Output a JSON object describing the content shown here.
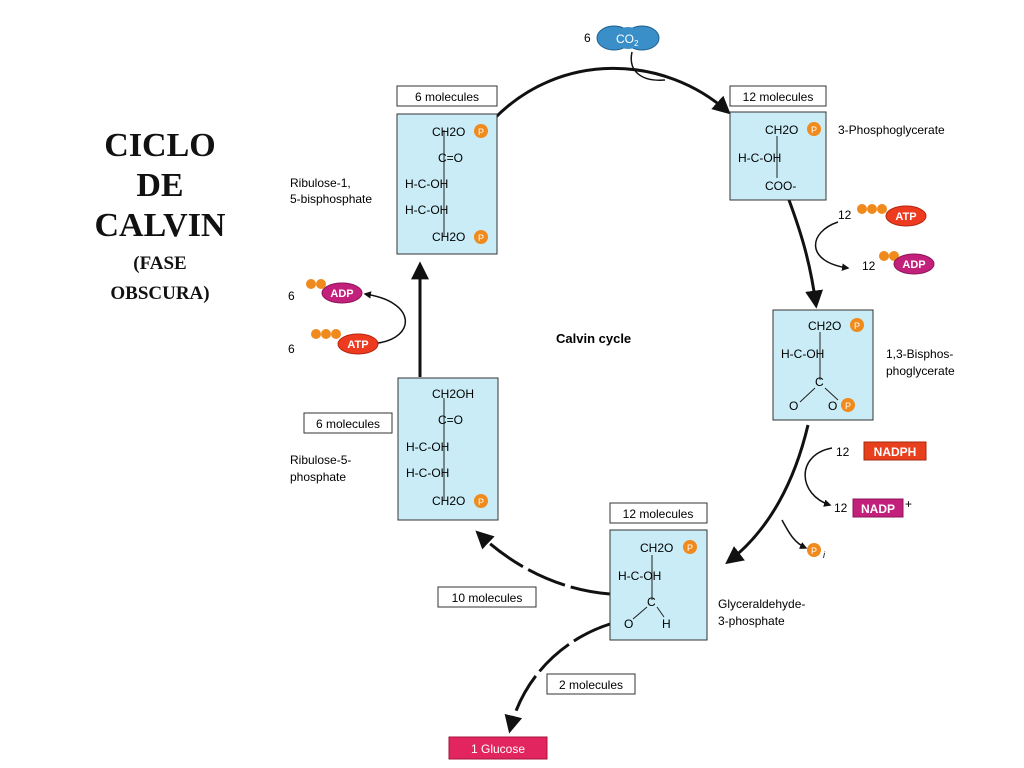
{
  "title": {
    "line1": "CICLO",
    "line2": "DE",
    "line3": "CALVIN",
    "sub1": "(FASE",
    "sub2": "OBSCURA)"
  },
  "center_label": "Calvin cycle",
  "co2": {
    "count": "6",
    "label": "CO",
    "subscript": "2"
  },
  "boxes": {
    "rubp": {
      "count_label": "6 molecules",
      "name1": "Ribulose-1,",
      "name2": "5-bisphosphate",
      "structure": [
        "CH2O",
        "C=O",
        "H-C-OH",
        "H-C-OH",
        "CH2O"
      ]
    },
    "pga": {
      "count_label": "12 molecules",
      "name1": "3-Phosphoglycerate",
      "structure": [
        "CH2O",
        "H-C-OH",
        "COO-"
      ]
    },
    "bpg": {
      "name1": "1,3-Bisphos-",
      "name2": "phoglycerate",
      "structure": [
        "CH2O",
        "H-C-OH",
        "C",
        "O",
        "O"
      ]
    },
    "g3p": {
      "count_label": "12 molecules",
      "name1": "Glyceraldehyde-",
      "name2": "3-phosphate",
      "structure": [
        "CH2O",
        "H-C-OH",
        "C",
        "O",
        "H"
      ]
    },
    "ru5p": {
      "count_label": "6 molecules",
      "name1": "Ribulose-5-",
      "name2": "phosphate",
      "structure": [
        "CH2OH",
        "C=O",
        "H-C-OH",
        "H-C-OH",
        "CH2O"
      ]
    }
  },
  "labels": {
    "ten_molecules": "10 molecules",
    "two_molecules": "2 molecules",
    "glucose": "1 Glucose"
  },
  "cofactors": {
    "atp_in_right": {
      "count": "12",
      "label": "ATP"
    },
    "adp_out_right": {
      "count": "12",
      "label": "ADP"
    },
    "nadph_in": {
      "count": "12",
      "label": "NADPH"
    },
    "nadp_out": {
      "count": "12",
      "label": "NADP",
      "sup": "+"
    },
    "pi_out": {
      "label": "P",
      "subscript": "i"
    },
    "atp_in_left": {
      "count": "6",
      "label": "ATP"
    },
    "adp_out_left": {
      "count": "6",
      "label": "ADP"
    },
    "phosphate_symbol": "P"
  },
  "colors": {
    "box_fill": "#c9ecf6",
    "co2": "#3a8fc8",
    "atp": "#ee3b1f",
    "adp": "#c2207a",
    "phosphate": "#f08a1c",
    "nadph": "#e8401c",
    "nadp": "#c2207a",
    "glucose": "#e3255f"
  }
}
